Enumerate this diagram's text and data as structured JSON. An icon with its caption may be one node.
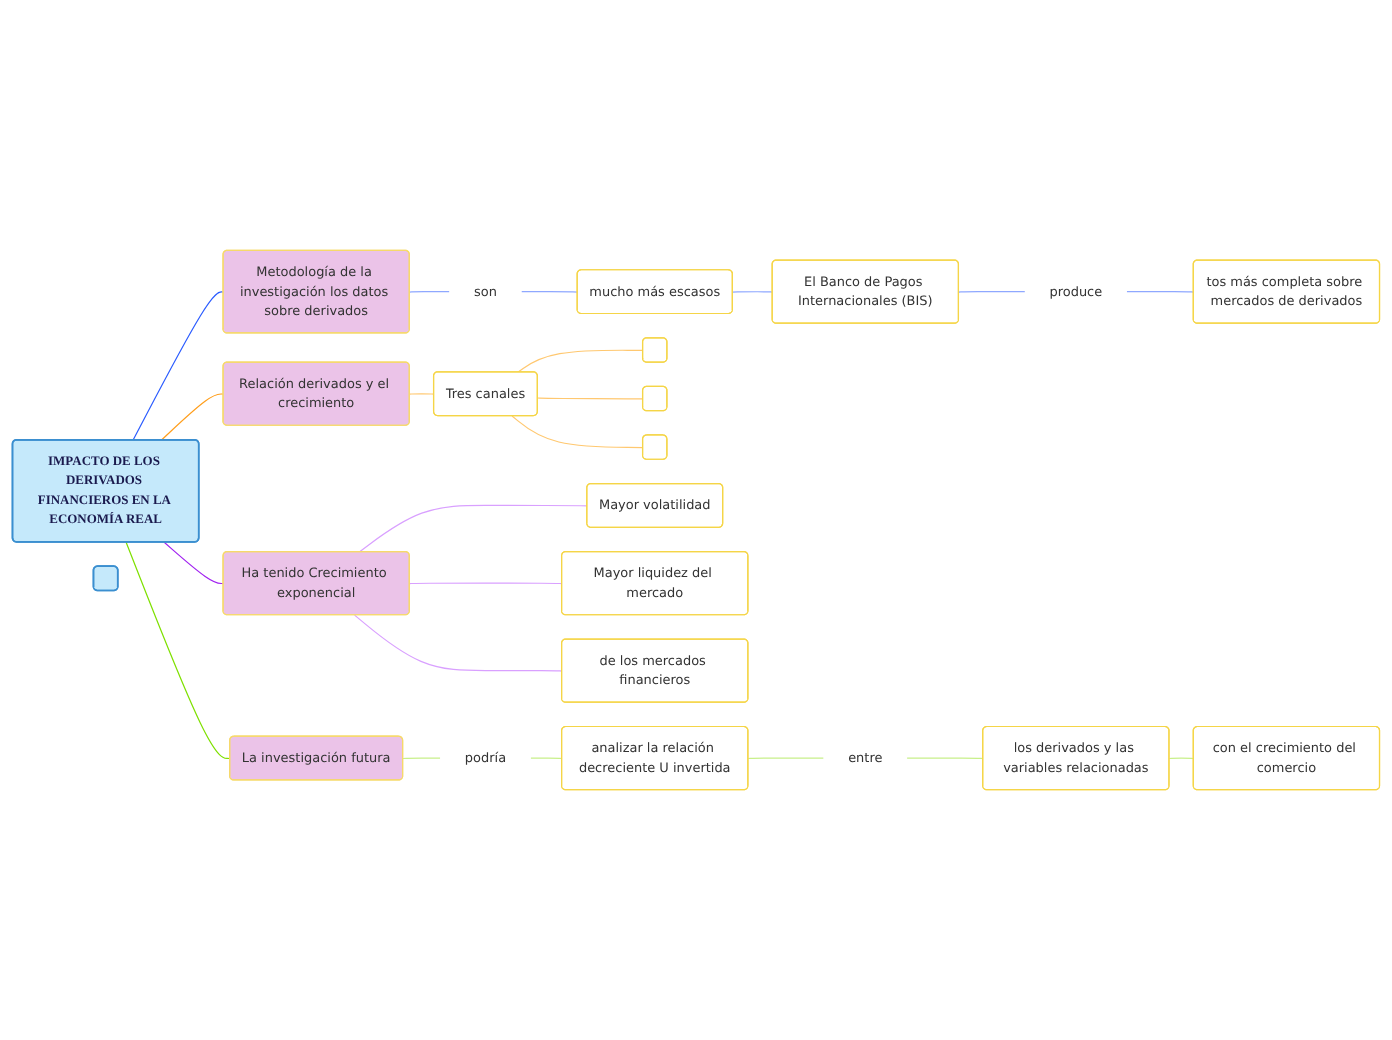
{
  "diagram": {
    "nodes": [
      {
        "text": [
          "IMPACTO DE LOS DERIVADOS FINANCIEROS EN LA ECONOMÍA REAL"
        ]
      },
      {
        "text": [
          "Metodología de la investigación los datos sobre derivados"
        ]
      },
      {
        "text": [
          "son"
        ]
      },
      {
        "text": [
          "mucho más escasos"
        ]
      },
      {
        "text": [
          "El Banco de Pagos Internacionales (BIS)"
        ]
      },
      {
        "text": [
          "produce"
        ]
      },
      {
        "text": [
          "tos más completa sobre mercados de derivados"
        ]
      },
      {
        "text": [
          "Relación derivados y el crecimiento"
        ]
      },
      {
        "text": [
          "Tres canales"
        ]
      },
      {
        "text": [],
        "shape": "box"
      },
      {
        "text": [],
        "shape": "box"
      },
      {
        "text": [],
        "shape": "box"
      },
      {
        "text": [
          "Ha tenido Crecimiento exponencial"
        ]
      },
      {
        "text": [
          "Mayor volatilidad"
        ]
      },
      {
        "text": [
          "Mayor liquidez del mercado"
        ]
      },
      {
        "text": [
          "de los mercados financieros"
        ]
      },
      {
        "text": [
          "La investigación futura"
        ]
      },
      {
        "text": [
          "podría"
        ]
      },
      {
        "text": [
          "analizar la relación decreciente U invertida"
        ]
      },
      {
        "text": [
          "entre"
        ]
      },
      {
        "text": [
          "los derivados y las variables relacionadas"
        ]
      },
      {
        "text": [
          "con el crecimiento del comercio"
        ]
      },
      {
        "text": [],
        "shape": "box"
      }
    ],
    "edges": [
      {
        "from": 0,
        "to": 1,
        "arrow": "none",
        "color": "#2b5cff"
      },
      {
        "from": 1,
        "to": 2,
        "arrow": "none",
        "color": "#8fa8ff"
      },
      {
        "from": 2,
        "to": 3,
        "arrow": "none",
        "color": "#8fa8ff"
      },
      {
        "from": 3,
        "to": 4,
        "arrow": "none",
        "color": "#8fa8ff"
      },
      {
        "from": 4,
        "to": 5,
        "arrow": "none",
        "color": "#8fa8ff"
      },
      {
        "from": 5,
        "to": 6,
        "arrow": "none",
        "color": "#8fa8ff"
      },
      {
        "from": 0,
        "to": 7,
        "arrow": "none",
        "color": "#ff9e1b"
      },
      {
        "from": 7,
        "to": 8,
        "arrow": "none",
        "color": "#ffc870"
      },
      {
        "from": 8,
        "to": 9,
        "arrow": "none",
        "color": "#ffc870"
      },
      {
        "from": 8,
        "to": 10,
        "arrow": "none",
        "color": "#ffc870"
      },
      {
        "from": 8,
        "to": 11,
        "arrow": "none",
        "color": "#ffc870"
      },
      {
        "from": 0,
        "to": 12,
        "arrow": "none",
        "color": "#a020f0"
      },
      {
        "from": 12,
        "to": 13,
        "arrow": "none",
        "color": "#d9a0ff"
      },
      {
        "from": 12,
        "to": 14,
        "arrow": "none",
        "color": "#d9a0ff"
      },
      {
        "from": 12,
        "to": 15,
        "arrow": "none",
        "color": "#d9a0ff"
      },
      {
        "from": 0,
        "to": 16,
        "arrow": "none",
        "color": "#7ee000"
      },
      {
        "from": 16,
        "to": 17,
        "arrow": "none",
        "color": "#c8f08a"
      },
      {
        "from": 17,
        "to": 18,
        "arrow": "none",
        "color": "#c8f08a"
      },
      {
        "from": 18,
        "to": 19,
        "arrow": "none",
        "color": "#c8f08a"
      },
      {
        "from": 19,
        "to": 20,
        "arrow": "none",
        "color": "#c8f08a"
      },
      {
        "from": 20,
        "to": 21,
        "arrow": "none",
        "color": "#c8f08a"
      }
    ]
  }
}
